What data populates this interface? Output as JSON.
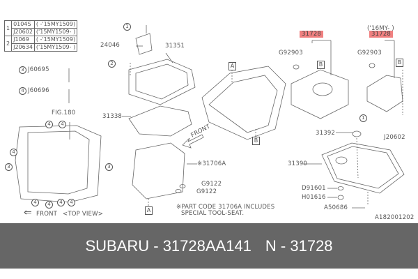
{
  "code_table": {
    "rows": [
      {
        "ref": "1",
        "code": "0104S",
        "range": "( -'15MY1509)"
      },
      {
        "ref": "1",
        "code": "J20602",
        "range": "('15MY1509- )"
      },
      {
        "ref": "2",
        "code": "J1069",
        "range": "( -'15MY1509)"
      },
      {
        "ref": "2",
        "code": "J20634",
        "range": "('15MY1509- )"
      }
    ]
  },
  "bolts": {
    "bolt3": {
      "ref": "3",
      "code": "J60695"
    },
    "bolt4": {
      "ref": "4",
      "code": "J60696"
    }
  },
  "left_view": {
    "fig_ref": "FIG.180",
    "front_label": "FRONT",
    "view_label": "<TOP VIEW>",
    "callouts": [
      "4",
      "4",
      "4",
      "3",
      "3",
      "4",
      "4",
      "4",
      "4"
    ]
  },
  "labels": {
    "p24046": "24046",
    "p31351": "31351",
    "p31338": "31338",
    "p31706A": "※31706A",
    "g9122_a": "G9122",
    "g9122_b": "G9122",
    "front_arrow": "FRONT",
    "note_line1": "※PART CODE 31706A INCLUDES",
    "note_line2": "SPECIAL TOOL-SEAT.",
    "box_a": "A",
    "box_b": "B",
    "pan1_part": "31728",
    "pan1_gasket": "G92903",
    "pan2_range": "('16MY- )",
    "pan2_part": "31728",
    "pan2_gasket": "G92903",
    "j20602": "J20602",
    "p31392": "31392",
    "p31390": "31390",
    "d91601": "D91601",
    "h01616": "H01616",
    "a50686": "A50686",
    "drawing_id": "A182001202",
    "circ1": "1",
    "circ2": "2"
  },
  "colors": {
    "highlight": "#f08080",
    "footer_bg": "#666666",
    "footer_text": "#ffffff"
  },
  "footer": {
    "brand_part": "SUBARU - 31728AA141",
    "short_part": "N - 31728"
  }
}
